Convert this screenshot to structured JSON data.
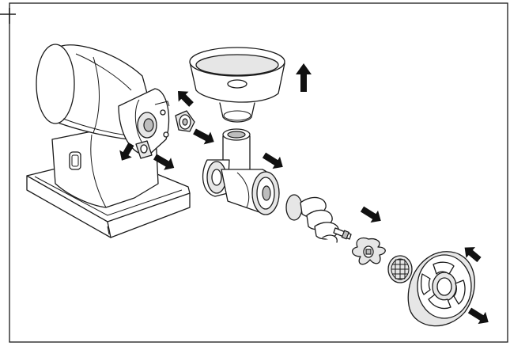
{
  "diagram": {
    "kind": "exploded-assembly",
    "colors": {
      "line": "#1a1a1a",
      "arrow": "#111111",
      "shade": "#e6e6e6",
      "background": "#ffffff"
    },
    "parts": [
      {
        "id": "motor-base"
      },
      {
        "id": "hopper-tray"
      },
      {
        "id": "locking-knob"
      },
      {
        "id": "grinder-head"
      },
      {
        "id": "feed-screw"
      },
      {
        "id": "cutting-blade"
      },
      {
        "id": "grinding-plate"
      },
      {
        "id": "retaining-ring"
      }
    ],
    "arrows": [
      {
        "direction": "up"
      },
      {
        "direction": "up-left"
      },
      {
        "direction": "down-right"
      },
      {
        "direction": "down-left"
      },
      {
        "direction": "down-right"
      },
      {
        "direction": "down-right"
      },
      {
        "direction": "down-right"
      },
      {
        "direction": "up-left"
      },
      {
        "direction": "down-right"
      }
    ]
  }
}
